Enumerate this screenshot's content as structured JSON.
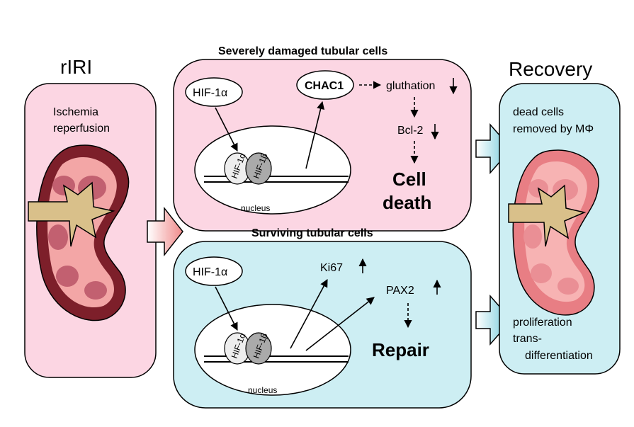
{
  "colors": {
    "pink_panel": "#fcd6e3",
    "cyan_panel": "#cdeef3",
    "kidney_dark": "#7d1f2a",
    "kidney_mid": "#c26070",
    "kidney_light": "#f3a6a6",
    "ureter": "#d9c08a",
    "arrow_pink": "#f6a4a4",
    "arrow_cyan": "#8ed3e0"
  },
  "left": {
    "title": "rIRI",
    "line1": "Ischemia",
    "line2": "reperfusion"
  },
  "top_panel": {
    "header": "Severely damaged tubular cells",
    "hif1a": "HIF-1α",
    "chac1": "CHAC1",
    "gluthation": "gluthation",
    "bcl2": "Bcl-2",
    "cell": "Cell",
    "death": "death",
    "nucleus": "nucleus",
    "hif1a_small": "HIF-1α",
    "hif1b_small": "HIF-1β"
  },
  "bottom_panel": {
    "header": "Surviving tubular cells",
    "hif1a": "HIF-1α",
    "ki67": "Ki67",
    "pax2": "PAX2",
    "repair": "Repair",
    "nucleus": "nucleus",
    "hif1a_small": "HIF-1α",
    "hif1b_small": "HIF-1β"
  },
  "right": {
    "title": "Recovery",
    "dead_cells_1": "dead cells",
    "dead_cells_2": "removed by MΦ",
    "prolif_1": "proliferation",
    "prolif_2": "trans-",
    "prolif_3": "differentiation"
  }
}
